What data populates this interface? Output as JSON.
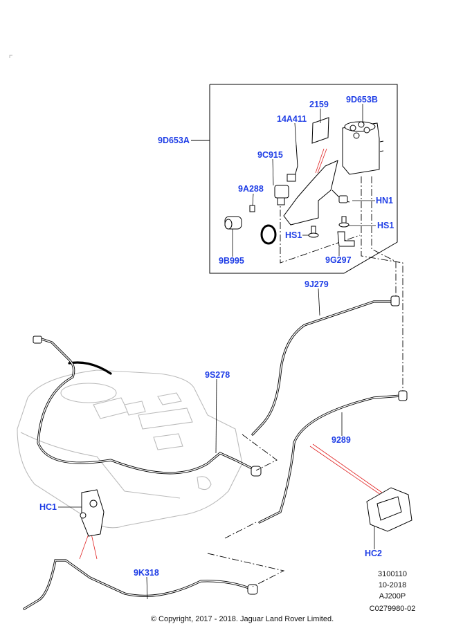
{
  "callouts": {
    "c9D653A": "9D653A",
    "c14A411": "14A411",
    "c2159": "2159",
    "c9D653B": "9D653B",
    "c9C915": "9C915",
    "c9A288": "9A288",
    "cHN1": "HN1",
    "cHS1_right": "HS1",
    "cHS1_left": "HS1",
    "c9B995": "9B995",
    "c9G297": "9G297",
    "c9J279": "9J279",
    "c9S278": "9S278",
    "c9289": "9289",
    "cHC1": "HC1",
    "cHC2": "HC2",
    "c9K318": "9K318"
  },
  "reference": {
    "number": "3100110",
    "date": "10-2018",
    "model": "AJ200P",
    "code": "C0279980-02"
  },
  "copyright": "© Copyright, 2017 - 2018. Jaguar Land Rover Limited.",
  "colors": {
    "callout": "#1f3ee6",
    "line": "#000000",
    "tank": "#bbbbbb",
    "pointer": "#e02020"
  }
}
